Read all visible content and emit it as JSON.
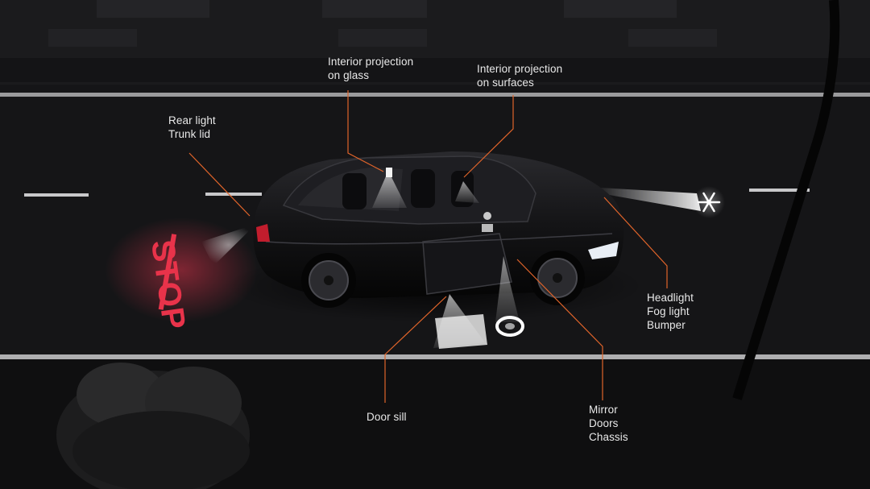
{
  "callouts": {
    "interior_glass": [
      "Interior projection",
      "on glass"
    ],
    "interior_surfaces": [
      "Interior projection",
      "on surfaces"
    ],
    "rear": [
      "Rear light",
      "Trunk lid"
    ],
    "headlight": [
      "Headlight",
      "Fog light",
      "Bumper"
    ],
    "door_sill": [
      "Door sill"
    ],
    "mirror": [
      "Mirror",
      "Doors",
      "Chassis"
    ]
  },
  "road_projection": {
    "text": "STOP",
    "color": "#e8334a"
  },
  "colors": {
    "leader_line": "#e0642a",
    "light_beam": "#f4f4f4",
    "car_body": "#121214"
  },
  "icons": [
    "snowflake-icon",
    "ring-logo-icon"
  ]
}
